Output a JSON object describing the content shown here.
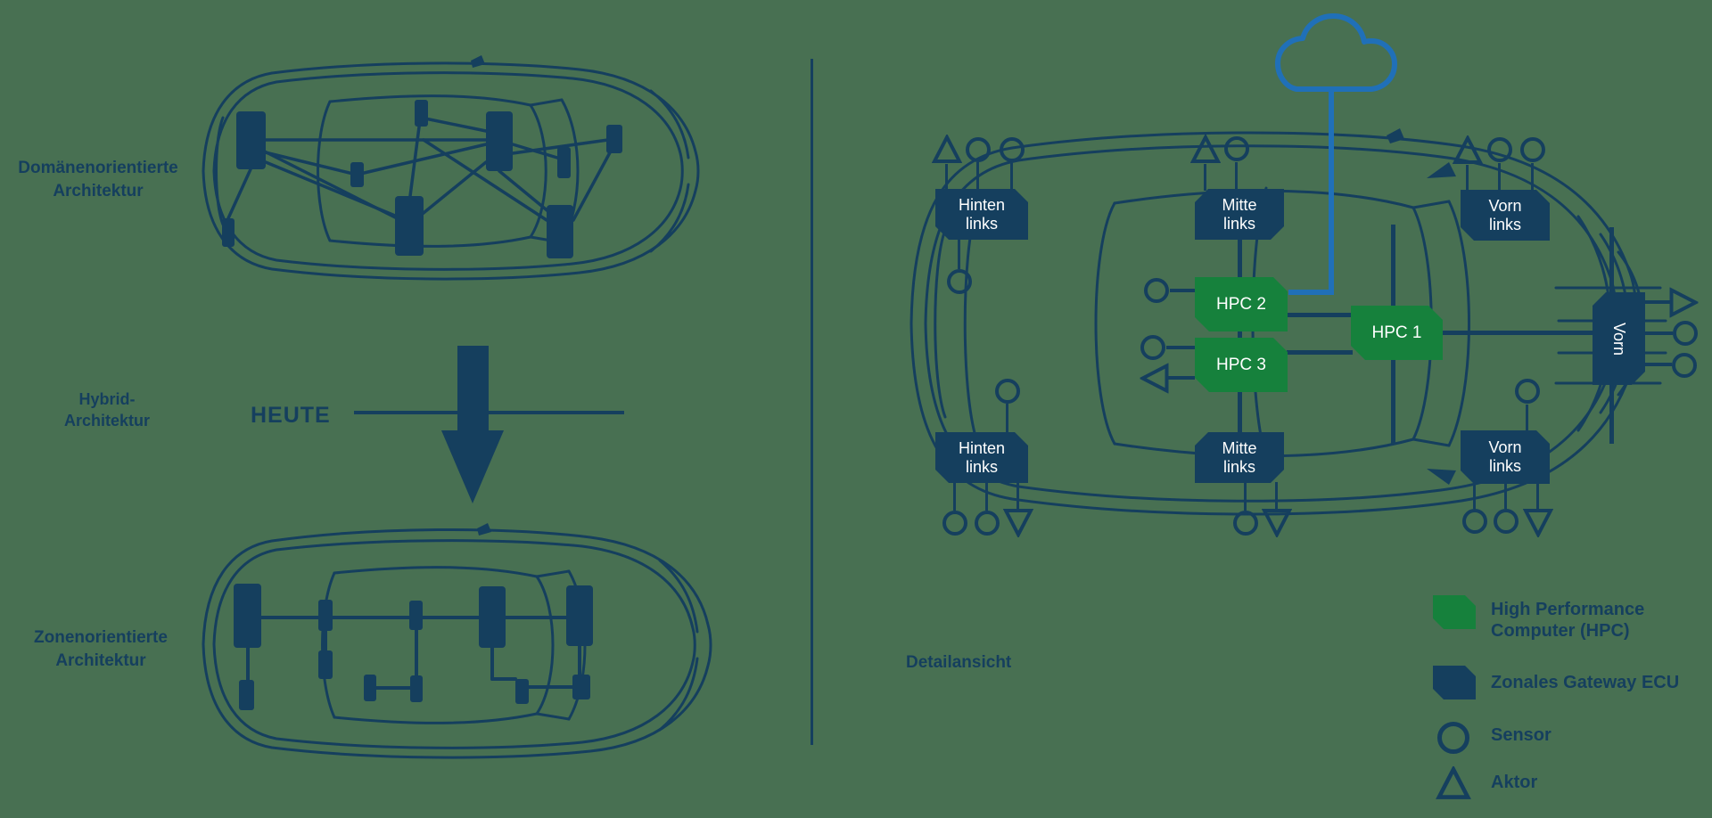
{
  "colors": {
    "background": "#487052",
    "navy": "#153F5E",
    "hpc_green": "#16813C",
    "cloud_blue": "#2070B8",
    "box_text": "#FFFFFF"
  },
  "left_panel": {
    "domain_architecture": {
      "line1": "Domänenorientierte",
      "line2": "Architektur"
    },
    "hybrid_architecture": {
      "line1": "Hybrid-",
      "line2": "Architektur"
    },
    "zonal_architecture": {
      "line1": "Zonenorientierte",
      "line2": "Architektur"
    },
    "today_label": "HEUTE"
  },
  "right_panel": {
    "detail_view_label": "Detailansicht",
    "gateway_boxes": {
      "hinten_links_top": {
        "line1": "Hinten",
        "line2": "links"
      },
      "mitte_links_top": {
        "line1": "Mitte",
        "line2": "links"
      },
      "vorn_links_top": {
        "line1": "Vorn",
        "line2": "links"
      },
      "hinten_links_bottom": {
        "line1": "Hinten",
        "line2": "links"
      },
      "mitte_links_bottom": {
        "line1": "Mitte",
        "line2": "links"
      },
      "vorn_links_bottom": {
        "line1": "Vorn",
        "line2": "links"
      },
      "vorn_front": {
        "label": "Vorn"
      }
    },
    "hpc_boxes": {
      "hpc1": "HPC 1",
      "hpc2": "HPC 2",
      "hpc3": "HPC 3"
    }
  },
  "legend": {
    "hpc": "High Performance Computer (HPC)",
    "gateway": "Zonales Gateway ECU",
    "sensor": "Sensor",
    "aktor": "Aktor"
  }
}
